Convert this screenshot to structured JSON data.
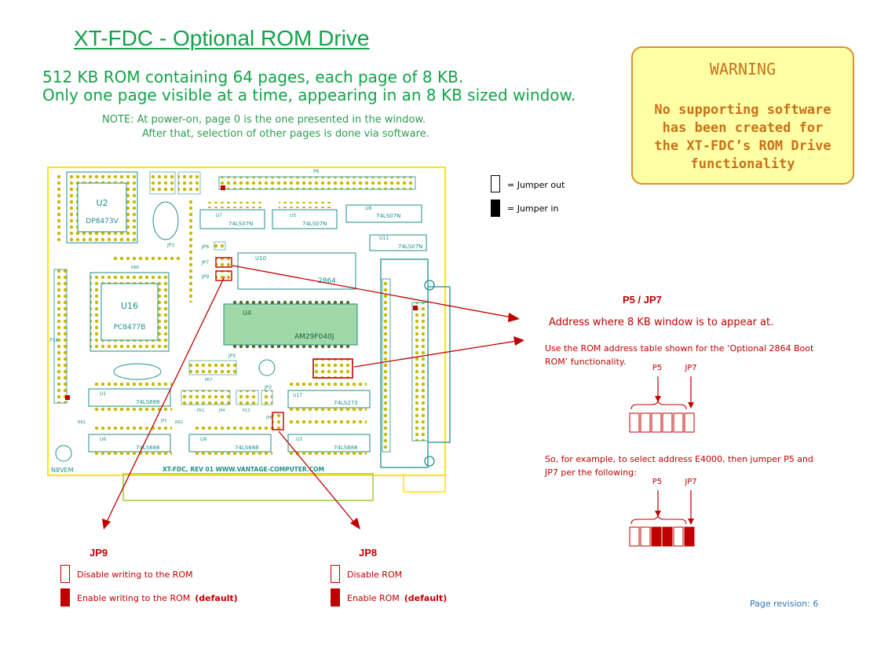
{
  "title": "XT-FDC  -  Optional ROM Drive",
  "intro": {
    "line1": "512 KB ROM containing 64 pages, each page of 8 KB.",
    "line2": "Only one page visible at a time, appearing in an 8 KB sized window."
  },
  "note": {
    "line1": "NOTE:  At power-on, page 0 is the one presented in the window.",
    "line2": "After that, selection of other pages is done via software."
  },
  "warning": {
    "title": "WARNING",
    "message": "No supporting software\nhas been created for\nthe XT-FDC’s ROM Drive\nfunctionality"
  },
  "legend": {
    "jumper_out": "= Jumper out",
    "jumper_in": "= Jumper in"
  },
  "p5jp7": {
    "heading": "P5 / JP7",
    "desc": "Address where 8 KB window is to appear at.",
    "table_note_1": "Use the ROM address table shown for the ‘Optional 2864 Boot",
    "table_note_2": "ROM’ functionality.",
    "example_1": "So, for example, to select address E4000, then jumper P5 and",
    "example_2": "JP7 per the following:",
    "label_p5": "P5",
    "label_jp7": "JP7",
    "diagram1_states": [
      0,
      0,
      0,
      0,
      0,
      0
    ],
    "diagram2_states": [
      0,
      0,
      1,
      1,
      0,
      1
    ]
  },
  "jp9": {
    "heading": "JP9",
    "opt_out": "Disable writing to the ROM",
    "opt_in": "Enable writing to the ROM",
    "default_label": "(default)"
  },
  "jp8": {
    "heading": "JP8",
    "opt_out": "Disable ROM",
    "opt_in": "Enable ROM",
    "default_label": "(default)"
  },
  "board": {
    "caption": "XT-FDC, REV 01 WWW.VANTAGE-COMPUTER.COM",
    "maker": "N8VEM",
    "chips": {
      "u2": "U2",
      "u2_part": "DP8473V",
      "u16": "U16",
      "u16_part": "PC8477B",
      "u4": "U4",
      "u4_part": "AM29F040J",
      "u10": "U10",
      "u10_part": "2864",
      "u7": "U7",
      "u5": "U5",
      "u8": "U8",
      "u11": "U11",
      "u1": "U1",
      "u6": "U6",
      "u9": "U9",
      "u3": "U3",
      "u17": "U17",
      "ls07": "74LS07N",
      "ls688": "74LS688",
      "ls273": "74LS273"
    },
    "labels": {
      "p6": "P6",
      "jp3": "JP3",
      "jp6": "JP6",
      "jp7": "JP7",
      "jp9": "JP9",
      "jp5": "JP5",
      "jp4": "JP4",
      "jp1": "JP1",
      "jp2": "JP2",
      "jp8": "JP8",
      "rr1": "RR1",
      "rr2": "RR2",
      "rr6": "RR6",
      "p18": "P18",
      "p13": "P13",
      "pk1": "PK1",
      "pk7": "PK7"
    }
  },
  "colors": {
    "green": "#12a34a",
    "red": "#c00000",
    "board_outline": "#ffe600",
    "chip_fill": "#ffffff",
    "chip_stroke": "#1e8e8e",
    "flash_fill": "#9fd9a8",
    "revision": "#2e75b6"
  },
  "footer": {
    "revision": "Page revision: 6"
  }
}
